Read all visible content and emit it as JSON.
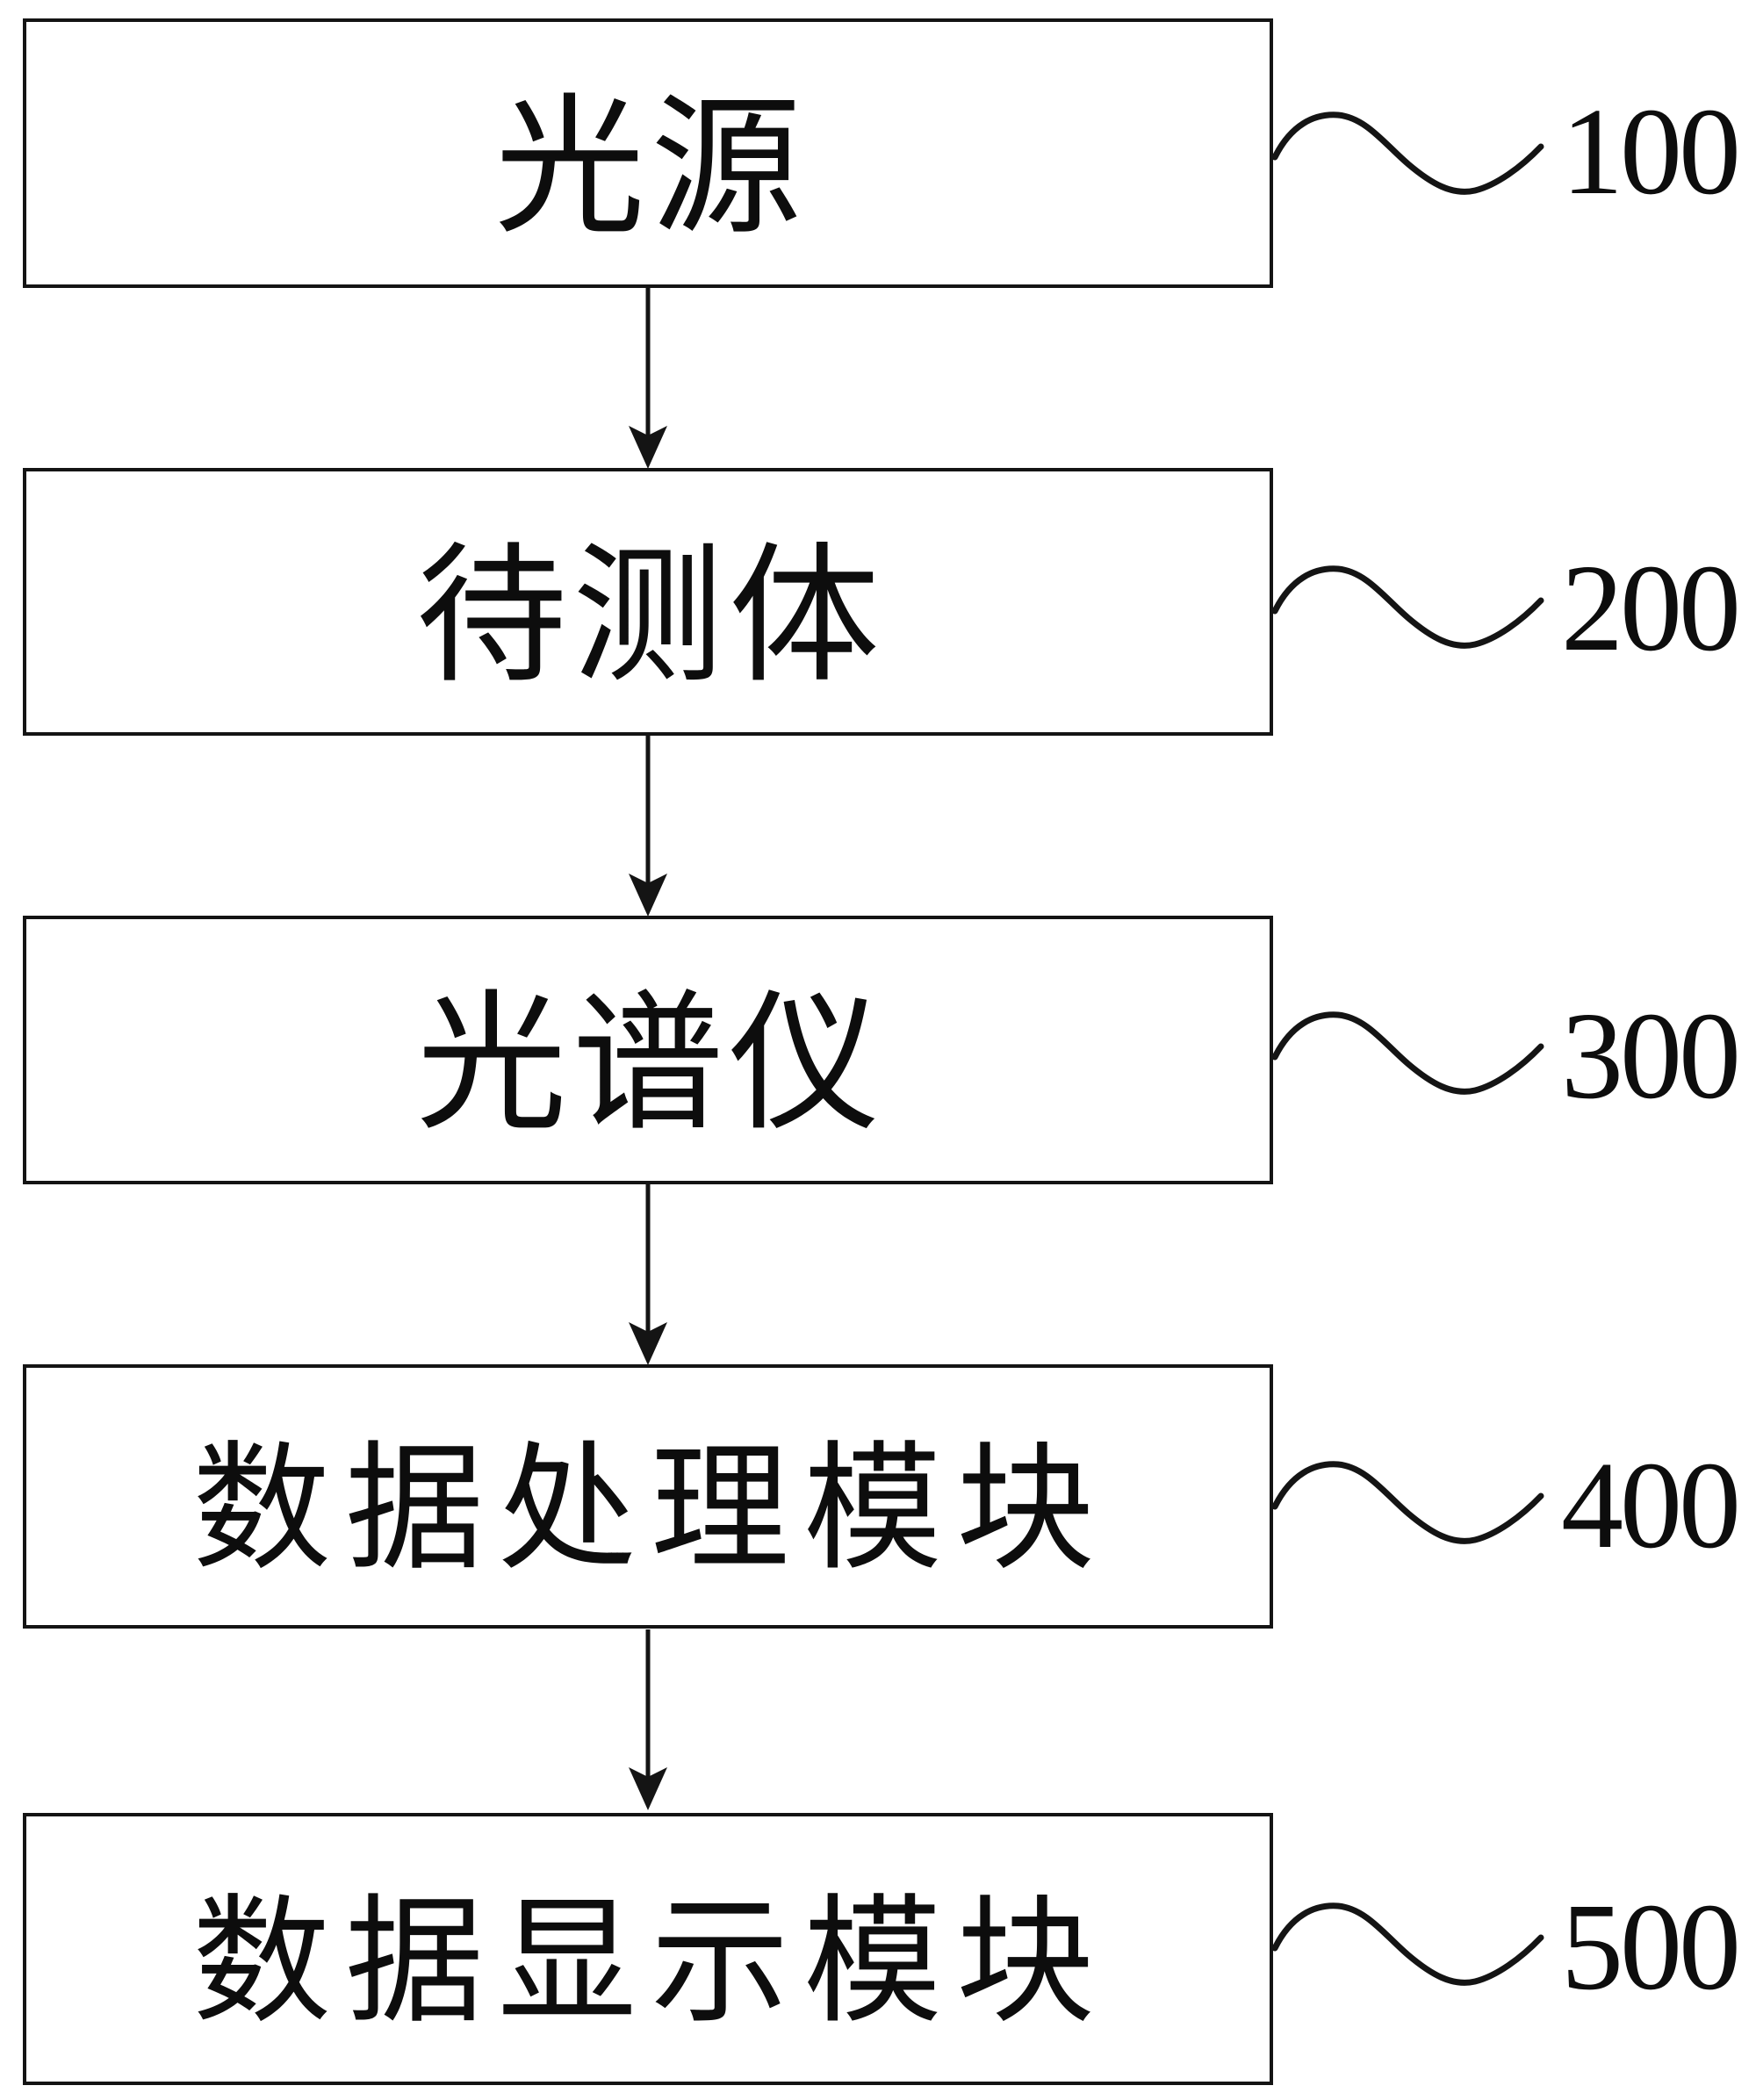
{
  "diagram": {
    "type": "block-flow-diagram",
    "background_color": "#ffffff",
    "line_color": "#141414",
    "text_color": "#0d0d0d",
    "nodes": [
      {
        "id": "box-1",
        "label": "光源",
        "ref": "100"
      },
      {
        "id": "box-2",
        "label": "待测体",
        "ref": "200"
      },
      {
        "id": "box-3",
        "label": "光谱仪",
        "ref": "300"
      },
      {
        "id": "box-4",
        "label": "数据处理模块",
        "ref": "400"
      },
      {
        "id": "box-5",
        "label": "数据显示模块",
        "ref": "500"
      }
    ],
    "connections": [
      {
        "from": "box-1",
        "to": "box-2",
        "style": "arrow-down"
      },
      {
        "from": "box-2",
        "to": "box-3",
        "style": "arrow-down"
      },
      {
        "from": "box-3",
        "to": "box-4",
        "style": "arrow-down"
      },
      {
        "from": "box-4",
        "to": "box-5",
        "style": "arrow-down"
      }
    ],
    "reference_connector_style": "wavy-line"
  }
}
